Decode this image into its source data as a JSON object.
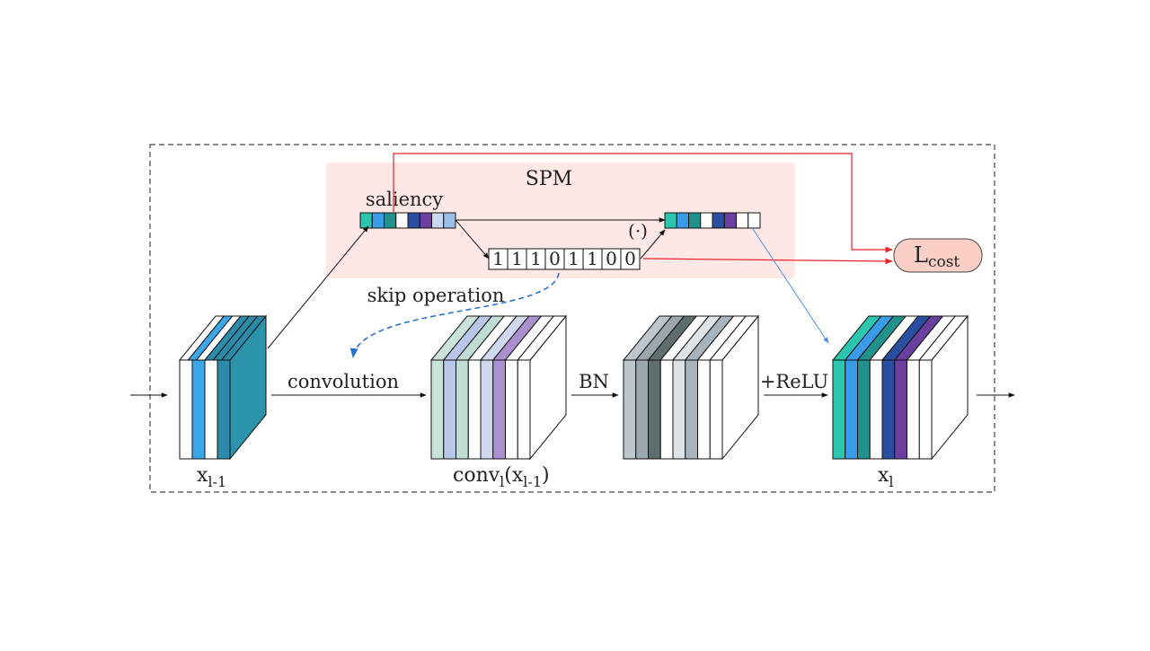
{
  "diagram": {
    "spm_label": "SPM",
    "saliency_label": "saliency",
    "mask_bits": [
      "1",
      "1",
      "1",
      "0",
      "1",
      "1",
      "0",
      "0"
    ],
    "multiply_symbol": "(·)",
    "skip_label": "skip operation",
    "cost_label_base": "L",
    "cost_label_sub": "cost",
    "convolution_label": "convolution",
    "bn_label": "BN",
    "relu_label": "+ReLU",
    "input_label_base": "x",
    "input_label_sub": "l-1",
    "conv_label_base": "conv",
    "conv_label_sub": "l",
    "conv_label_arg_open": "(x",
    "conv_label_arg_sub": "l-1",
    "conv_label_arg_close": ")",
    "output_label_base": "x",
    "output_label_sub": "l"
  },
  "colors": {
    "spm_bg": "#fde8e6",
    "red_line": "#e8242a",
    "blue_line": "#4a8fd8",
    "skip_arrow": "#2a72d0",
    "cost_fill": "#f9cfc6",
    "saliency_cells": [
      "#2cc5b0",
      "#3a9be8",
      "#21918c",
      "#ffffff",
      "#2a4fa0",
      "#6b3fa0",
      "#c8d8ee",
      "#9bbde6"
    ],
    "output_vector_cells": [
      "#2cc5b0",
      "#3a9be8",
      "#21918c",
      "#ffffff",
      "#2a4fa0",
      "#6b3fa0",
      "#ffffff",
      "#ffffff"
    ],
    "input_slices": [
      "#ffffff",
      "#3aa8e8",
      "#ffffff",
      "#2b8ba8"
    ],
    "input_top_stripes": [
      "#ffffff",
      "#3aa8e8",
      "#ffffff",
      "#2b8ba8",
      "#2b8ba8",
      "#2b8ba8"
    ],
    "input_side": "#2b93aa",
    "conv_slices": [
      "#c9e3da",
      "#b8c6ea",
      "#c0ddd3",
      "#ffffff",
      "#cfd8ef",
      "#ab90cf",
      "#ffffff",
      "#ffffff"
    ],
    "bn_slices": [
      "#bcc6cc",
      "#9ba6ad",
      "#5e6e6e",
      "#ffffff",
      "#dde3e7",
      "#a8b4bd",
      "#ffffff",
      "#ffffff"
    ],
    "out_slices": [
      "#2cc5b0",
      "#3a9be8",
      "#21918c",
      "#ffffff",
      "#2a4fa0",
      "#6b3fa0",
      "#ffffff",
      "#ffffff"
    ]
  },
  "icons": {
    "arrow_heads": "arrowhead-icon"
  }
}
